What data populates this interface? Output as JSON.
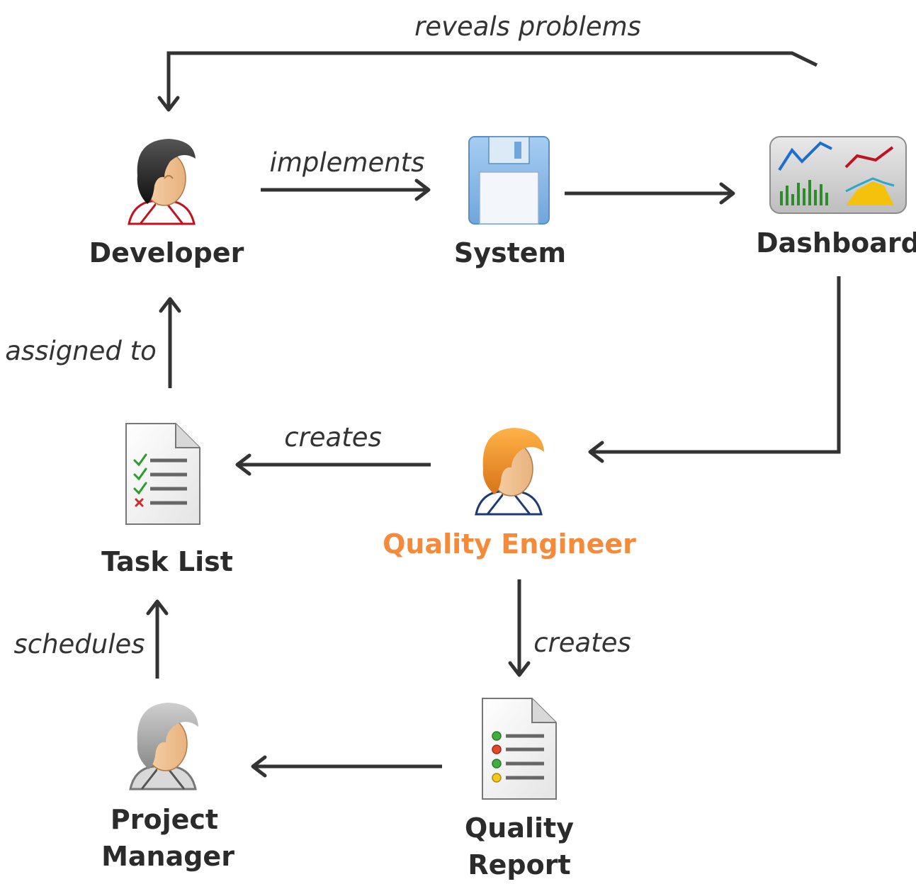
{
  "nodes": {
    "developer": {
      "label": "Developer"
    },
    "system": {
      "label": "System"
    },
    "dashboard": {
      "label": "Dashboard"
    },
    "task_list": {
      "label": "Task List"
    },
    "quality_engineer": {
      "label": "Quality Engineer",
      "color": "#f58a3b"
    },
    "project_manager": {
      "label_line1": "Project",
      "label_line2": "Manager"
    },
    "quality_report": {
      "label_line1": "Quality",
      "label_line2": "Report"
    }
  },
  "edges": {
    "reveals_problems": "reveals problems",
    "implements": "implements",
    "assigned_to": "assigned to",
    "creates_task_list": "creates",
    "creates_report": "creates",
    "schedules": "schedules"
  },
  "icons": {
    "developer": "person-icon",
    "system": "floppy-disk-icon",
    "dashboard": "dashboard-charts-icon",
    "task_list": "checklist-document-icon",
    "quality_engineer": "person-icon",
    "project_manager": "person-icon",
    "quality_report": "report-document-icon"
  },
  "colors": {
    "text": "#2b2b2b",
    "arrow": "#333333",
    "accent": "#f58a3b"
  }
}
